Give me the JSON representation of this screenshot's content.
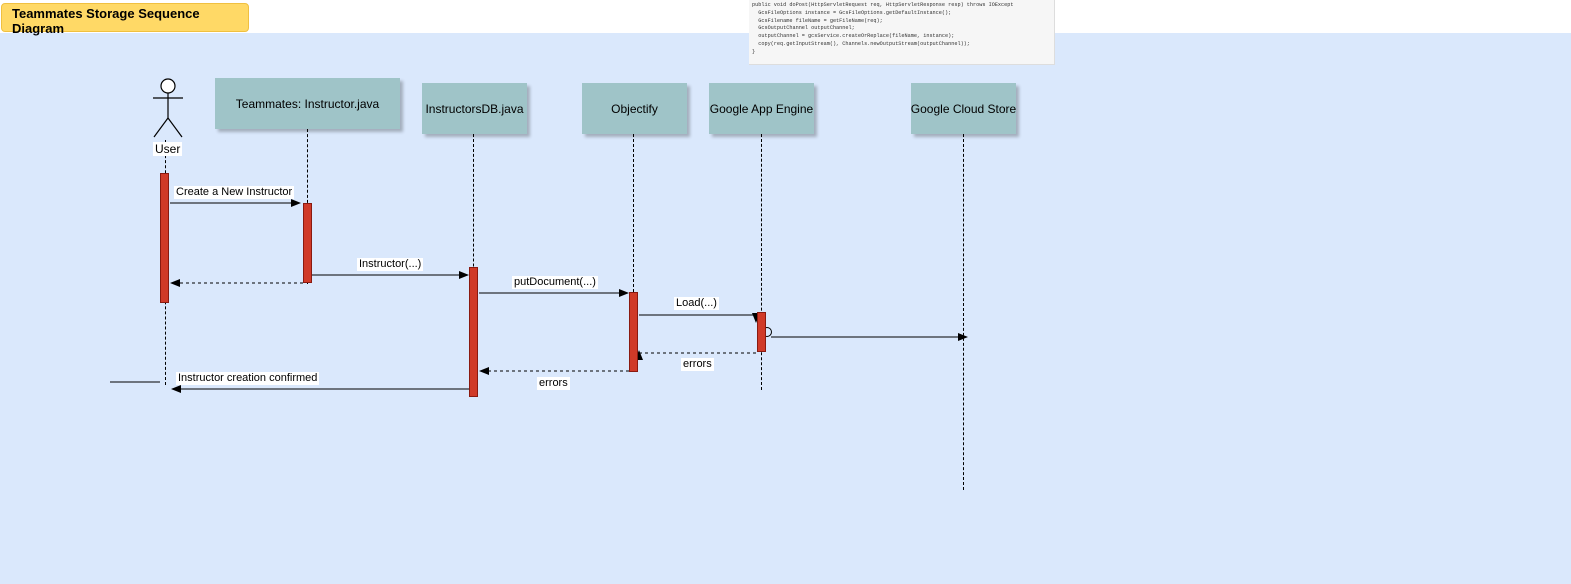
{
  "title": "Teammates Storage Sequence Diagram",
  "code_snippet": [
    "public void doPost(HttpServletRequest req, HttpServletResponse resp) throws IOExcept",
    "  GcsFileOptions instance = GcsFileOptions.getDefaultInstance();",
    "  GcsFilename fileName = getFileName(req);",
    "  GcsOutputChannel outputChannel;",
    "  outputChannel = gcsService.createOrReplace(fileName, instance);",
    "  copy(req.getInputStream(), Channels.newOutputStream(outputChannel));",
    "}"
  ],
  "actor": {
    "label": "User"
  },
  "participants": [
    {
      "id": "instructor",
      "label": "Teammates: Instructor.java"
    },
    {
      "id": "instructorsdb",
      "label": "InstructorsDB.java"
    },
    {
      "id": "objectify",
      "label": "Objectify"
    },
    {
      "id": "gae",
      "label": "Google App Engine"
    },
    {
      "id": "gcs",
      "label": "Google Cloud Store"
    }
  ],
  "messages": [
    {
      "label": "Create a New Instructor",
      "from": "User",
      "to": "Teammates: Instructor.java",
      "kind": "sync"
    },
    {
      "label": "",
      "from": "Teammates: Instructor.java",
      "to": "User",
      "kind": "return"
    },
    {
      "label": "Instructor(...)",
      "from": "Teammates: Instructor.java",
      "to": "InstructorsDB.java",
      "kind": "sync"
    },
    {
      "label": "putDocument(...)",
      "from": "InstructorsDB.java",
      "to": "Objectify",
      "kind": "sync"
    },
    {
      "label": "Load(...)",
      "from": "Objectify",
      "to": "Google App Engine",
      "kind": "sync"
    },
    {
      "label": "",
      "from": "Google App Engine",
      "to": "Google Cloud Store",
      "kind": "sync"
    },
    {
      "label": "errors",
      "from": "Google App Engine",
      "to": "Objectify",
      "kind": "return"
    },
    {
      "label": "errors",
      "from": "Objectify",
      "to": "InstructorsDB.java",
      "kind": "return"
    },
    {
      "label": "Instructor creation confirmed",
      "from": "InstructorsDB.java",
      "to": "User",
      "kind": "sync"
    }
  ],
  "colors": {
    "canvas": "#dae8fc",
    "participant_fill": "#9fc4c8",
    "activation_fill": "#d03a28",
    "title_fill": "#ffd966"
  }
}
